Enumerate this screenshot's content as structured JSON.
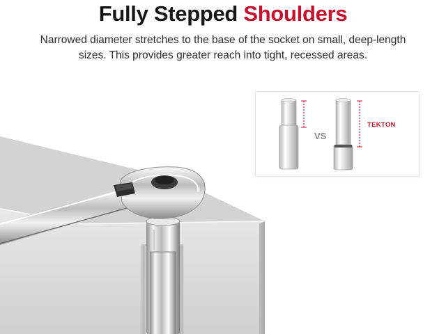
{
  "header": {
    "title_main": "Fully Stepped",
    "title_accent": "Shoulders",
    "description_line1": "Narrowed diameter stretches to the base of the socket on small, deep-length",
    "description_line2": "sizes. This provides greater reach into tight, recessed areas."
  },
  "comparison": {
    "vs_label": "VS",
    "brand_label": "TEKTON"
  },
  "colors": {
    "accent": "#c8102e",
    "text": "#161616"
  }
}
